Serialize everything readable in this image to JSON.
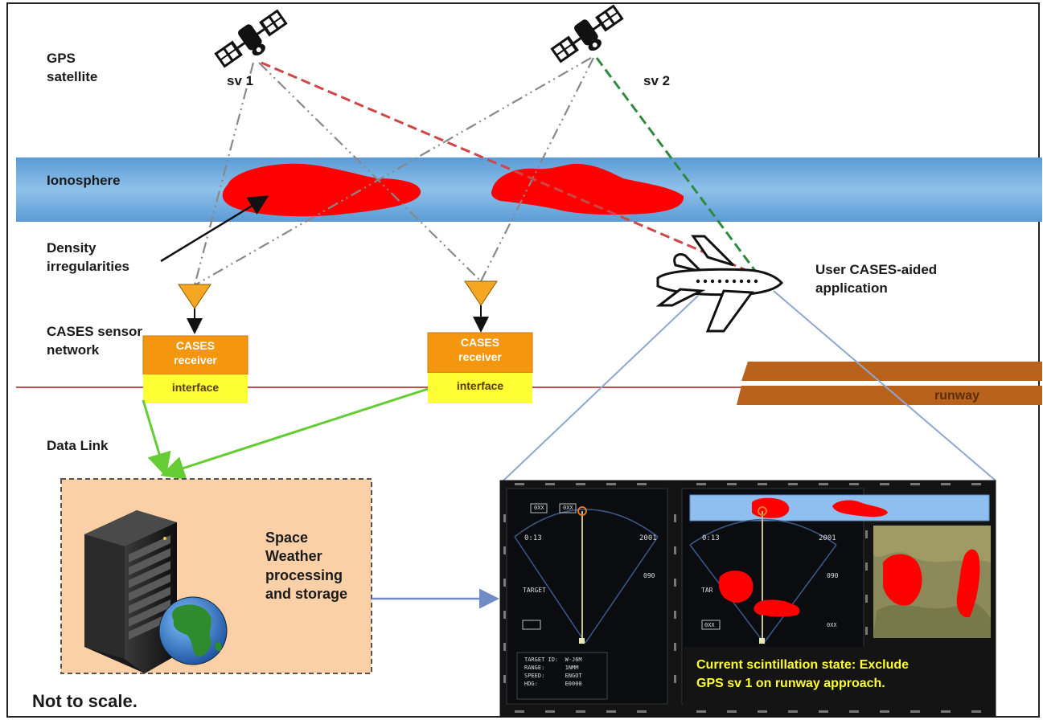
{
  "labels": {
    "gps_satellite": "GPS\nsatellite",
    "sv1": "sv 1",
    "sv2": "sv 2",
    "ionosphere": "Ionosphere",
    "density": "Density\nirregularities",
    "user_app": "User CASES-aided\napplication",
    "sensor_network": "CASES sensor\nnetwork",
    "data_link": "Data Link",
    "processing": "Space\nWeather\nprocessing\nand storage",
    "runway": "runway",
    "not_to_scale": "Not to scale."
  },
  "receivers": [
    {
      "top": "CASES\nreceiver",
      "bottom": "interface"
    },
    {
      "top": "CASES\nreceiver",
      "bottom": "interface"
    }
  ],
  "cockpit": {
    "message": "Current scintillation state: Exclude\nGPS sv 1 on runway approach.",
    "left_display": {
      "tl": "0:13",
      "tr": "2001",
      "target": "TARGET",
      "mid_r": "090",
      "btn": "0XX",
      "btn_r": "0XX",
      "readout": "TARGET ID:  W-J6M\nRANGE:      1NMM\nSPEED:      ENGOT\nHDG:        E0000"
    },
    "mid_display": {
      "tl": "0:13",
      "tr": "2001",
      "target": "TAR",
      "mid_r": "090",
      "btn": "0XX",
      "btn_r": "0XX"
    }
  },
  "colors": {
    "ionosphere": "#6fa8dc",
    "irregularity": "#ff0000",
    "receiver_top": "#f5960f",
    "receiver_bottom": "#ffff33",
    "antenna": "#f5a623",
    "processing_bg": "#fbd0a6",
    "runway": "#b8621b",
    "message": "#ffff33"
  }
}
